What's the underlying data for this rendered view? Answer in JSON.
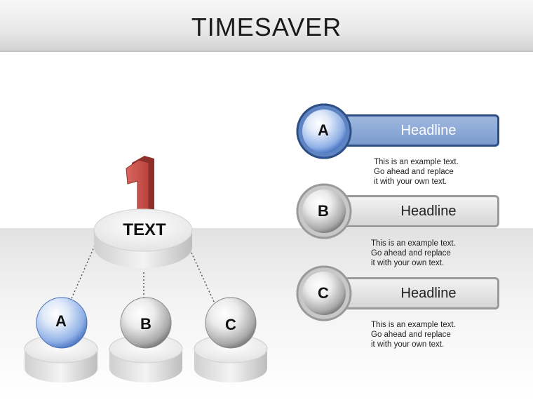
{
  "title": "TIMESAVER",
  "hierarchy": {
    "top_number": "1",
    "top_label": "TEXT",
    "nodes": [
      {
        "letter": "A",
        "active": true
      },
      {
        "letter": "B",
        "active": false
      },
      {
        "letter": "C",
        "active": false
      }
    ]
  },
  "list": [
    {
      "letter": "A",
      "headline": "Headline",
      "lines": [
        "This is an example text.",
        "Go ahead and replace",
        "it with your own text."
      ],
      "active": true
    },
    {
      "letter": "B",
      "headline": "Headline",
      "lines": [
        "This is an example text.",
        "Go ahead and replace",
        "it with your own text."
      ],
      "active": false
    },
    {
      "letter": "C",
      "headline": "Headline",
      "lines": [
        "This is an example text.",
        "Go ahead and replace",
        "it with your own text."
      ],
      "active": false
    }
  ],
  "colors": {
    "active_blue": "#7b9bcf",
    "active_border": "#2d4f86",
    "number_red": "#c9504a",
    "grey": "#d6d6d6"
  }
}
